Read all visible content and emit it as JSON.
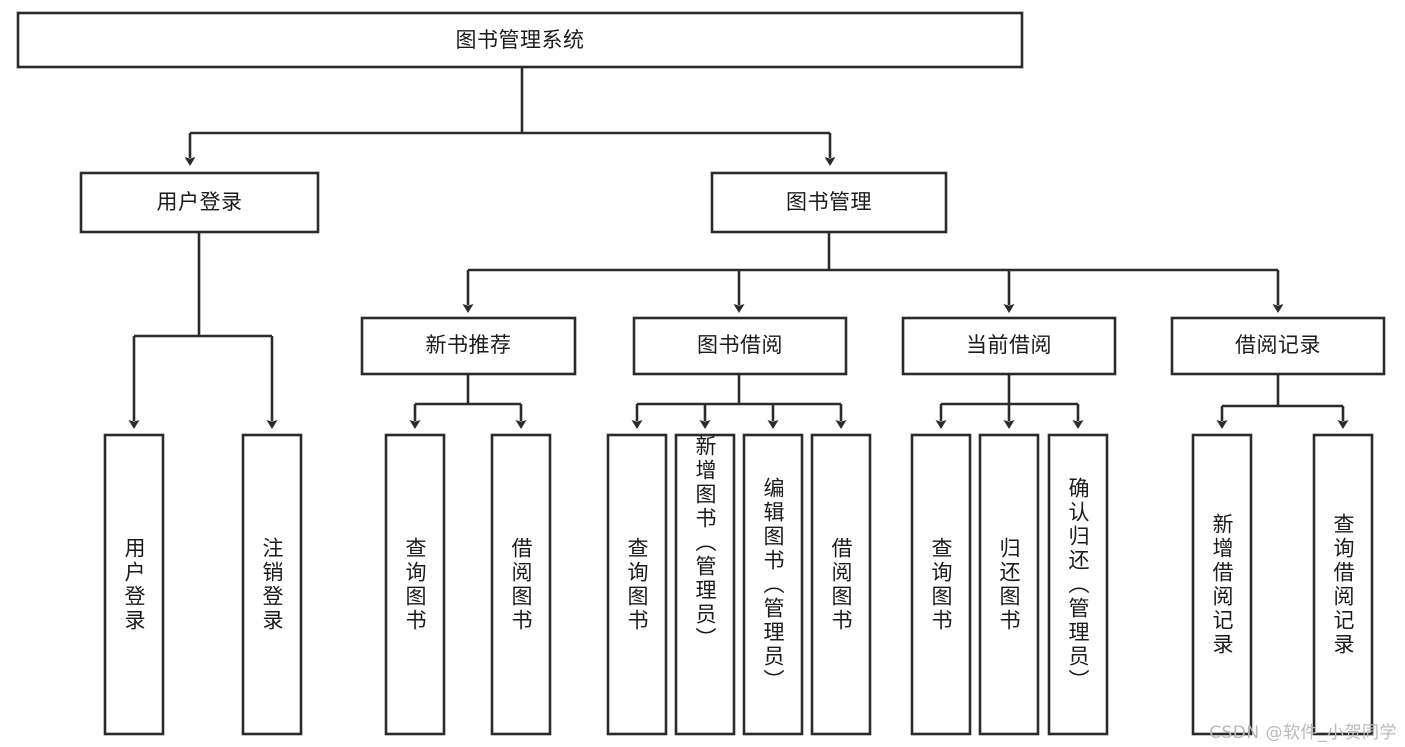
{
  "diagram": {
    "title": "图书管理系统",
    "type": "tree-hierarchy",
    "watermark": "CSDN @软件_小贺同学",
    "colors": {
      "stroke": "#2b2b2b",
      "fill": "#ffffff",
      "text": "#1b1b1b",
      "watermark": "#b9b9b9",
      "background": "#ffffff"
    },
    "root": {
      "label": "图书管理系统"
    },
    "level2": [
      {
        "id": "user-login",
        "label": "用户登录"
      },
      {
        "id": "book-manage",
        "label": "图书管理"
      }
    ],
    "level3": [
      {
        "id": "new-book-rec",
        "label": "新书推荐",
        "parent": "book-manage"
      },
      {
        "id": "book-borrow",
        "label": "图书借阅",
        "parent": "book-manage"
      },
      {
        "id": "current-borrow",
        "label": "当前借阅",
        "parent": "book-manage"
      },
      {
        "id": "borrow-record",
        "label": "借阅记录",
        "parent": "book-manage"
      }
    ],
    "leaves": [
      {
        "id": "leaf-user-login",
        "label": "用户登录",
        "parent": "user-login"
      },
      {
        "id": "leaf-user-logout",
        "label": "注销登录",
        "parent": "user-login"
      },
      {
        "id": "leaf-rec-query",
        "label": "查询图书",
        "parent": "new-book-rec"
      },
      {
        "id": "leaf-rec-borrow",
        "label": "借阅图书",
        "parent": "new-book-rec"
      },
      {
        "id": "leaf-borrow-query",
        "label": "查询图书",
        "parent": "book-borrow"
      },
      {
        "id": "leaf-borrow-add",
        "label": "新增图书（管理员）",
        "parent": "book-borrow"
      },
      {
        "id": "leaf-borrow-edit",
        "label": "编辑图书（管理员）",
        "parent": "book-borrow"
      },
      {
        "id": "leaf-borrow-lend",
        "label": "借阅图书",
        "parent": "book-borrow"
      },
      {
        "id": "leaf-cur-query",
        "label": "查询图书",
        "parent": "current-borrow"
      },
      {
        "id": "leaf-cur-return",
        "label": "归还图书",
        "parent": "current-borrow"
      },
      {
        "id": "leaf-cur-confirm",
        "label": "确认归还（管理员）",
        "parent": "current-borrow"
      },
      {
        "id": "leaf-rec-add",
        "label": "新增借阅记录",
        "parent": "borrow-record"
      },
      {
        "id": "leaf-rec-search",
        "label": "查询借阅记录",
        "parent": "borrow-record"
      }
    ]
  }
}
